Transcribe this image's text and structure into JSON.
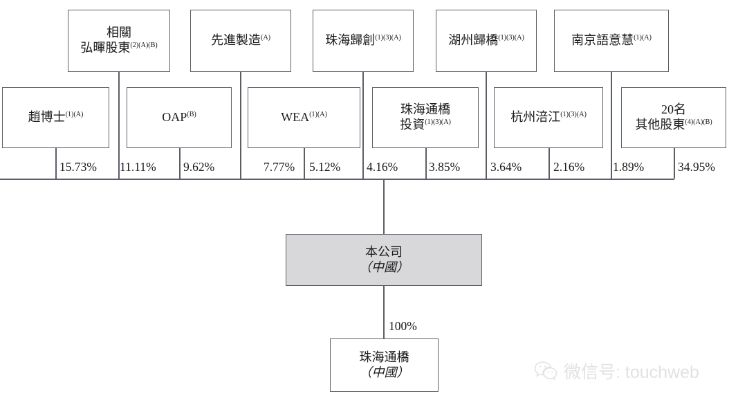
{
  "diagram": {
    "title": "Shareholding structure chart",
    "colors": {
      "line": "#5a5f66",
      "box_fill": "#ffffff",
      "company_fill": "#d8d8da",
      "text": "#1a1a1a",
      "watermark": "#e2e2e4"
    },
    "tier1": [
      {
        "name": "tier1-box-honghui",
        "line1": "相關",
        "line2": "弘暉股東",
        "notes2": "(2)(A)(B)",
        "notes1": ""
      },
      {
        "name": "tier1-box-advanced-manufacturing",
        "line1": "先進製造",
        "notes1": "(A)",
        "line2": "",
        "notes2": ""
      },
      {
        "name": "tier1-box-zhuhai-guichuang",
        "line1": "珠海歸創",
        "notes1": "(1)(3)(A)",
        "line2": "",
        "notes2": ""
      },
      {
        "name": "tier1-box-huzhou-guiqiao",
        "line1": "湖州歸橋",
        "notes1": "(1)(3)(A)",
        "line2": "",
        "notes2": ""
      },
      {
        "name": "tier1-box-nanjing-yuyihui",
        "line1": "南京語意慧",
        "notes1": "(1)(A)",
        "line2": "",
        "notes2": ""
      }
    ],
    "tier2": [
      {
        "name": "tier2-box-dr-zhao",
        "line1": "趙博士",
        "notes1": "(1)(A)",
        "line2": "",
        "notes2": ""
      },
      {
        "name": "tier2-box-oap",
        "line1": "OAP",
        "notes1": "(B)",
        "line2": "",
        "notes2": ""
      },
      {
        "name": "tier2-box-wea",
        "line1": "WEA",
        "notes1": "(1)(A)",
        "line2": "",
        "notes2": ""
      },
      {
        "name": "tier2-box-zhuhai-tongqiao-investment",
        "line1": "珠海通橋",
        "notes1": "",
        "line2": "投資",
        "notes2": "(1)(3)(A)"
      },
      {
        "name": "tier2-box-hangzhou-peijiang",
        "line1": "杭州涪江",
        "notes1": "(1)(3)(A)",
        "line2": "",
        "notes2": ""
      },
      {
        "name": "tier2-box-other-shareholders",
        "line1": "20名",
        "notes1": "",
        "line2": "其他股東",
        "notes2": "(4)(A)(B)"
      }
    ],
    "percentages": [
      "15.73%",
      "11.11%",
      "9.62%",
      "7.77%",
      "5.12%",
      "4.16%",
      "3.85%",
      "3.64%",
      "2.16%",
      "1.89%",
      "34.95%"
    ],
    "company": {
      "name": "company-box",
      "line1": "本公司",
      "line2": "（中國）"
    },
    "subsidiary": {
      "name": "subsidiary-box",
      "line1": "珠海通橋",
      "line2": "（中國）"
    },
    "subsidiary_pct": "100%",
    "watermark": {
      "icon": "wechat-icon",
      "text": "微信号: touchweb"
    }
  }
}
